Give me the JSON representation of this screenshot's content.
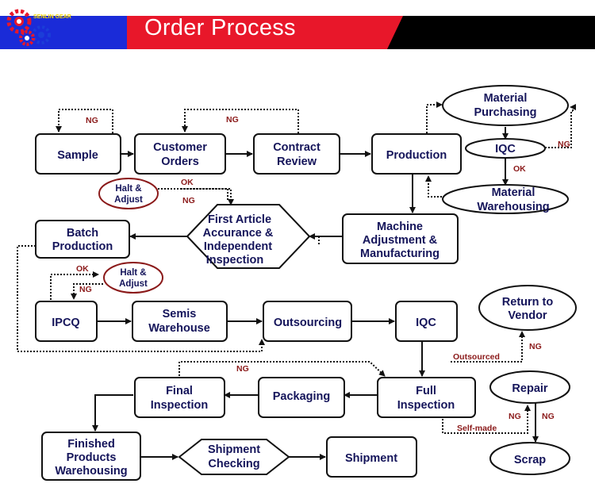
{
  "header": {
    "title": "Order Process",
    "logo_text": "SENLIN GEAR",
    "colors": {
      "red": "#e8172a",
      "blue": "#1a2bd8",
      "black": "#000000",
      "gear_red": "#e8172a",
      "gear_blue": "#1b3dd8"
    }
  },
  "nodes": {
    "sample": "Sample",
    "customer_orders": [
      "Customer",
      "Orders"
    ],
    "contract_review": [
      "Contract",
      "Review"
    ],
    "production": "Production",
    "material_purchasing": [
      "Material",
      "Purchasing"
    ],
    "iqc_top": "IQC",
    "material_warehousing": [
      "Material",
      "Warehousing"
    ],
    "halt_adjust_1": [
      "Halt &",
      "Adjust"
    ],
    "first_article": [
      "First Article",
      "Accurance &",
      "Independent",
      "Inspection"
    ],
    "machine_adjustment": [
      "Machine",
      "Adjustment &",
      "Manufacturing"
    ],
    "batch_production": [
      "Batch",
      "Production"
    ],
    "halt_adjust_2": [
      "Halt &",
      "Adjust"
    ],
    "ipcq": "IPCQ",
    "semis_warehouse": [
      "Semis",
      "Warehouse"
    ],
    "outsourcing": "Outsourcing",
    "iqc_mid": "IQC",
    "return_to_vendor": [
      "Return to",
      "Vendor"
    ],
    "final_inspection": [
      "Final",
      "Inspection"
    ],
    "packaging": "Packaging",
    "full_inspection": [
      "Full",
      "Inspection"
    ],
    "repair": "Repair",
    "scrap": "Scrap",
    "finished_products": [
      "Finished",
      "Products",
      "Warehousing"
    ],
    "shipment_checking": [
      "Shipment",
      "Checking"
    ],
    "shipment": "Shipment"
  },
  "labels": {
    "ng": "NG",
    "ok": "OK",
    "outsourced": "Outsourced",
    "self_made": "Self-made"
  }
}
